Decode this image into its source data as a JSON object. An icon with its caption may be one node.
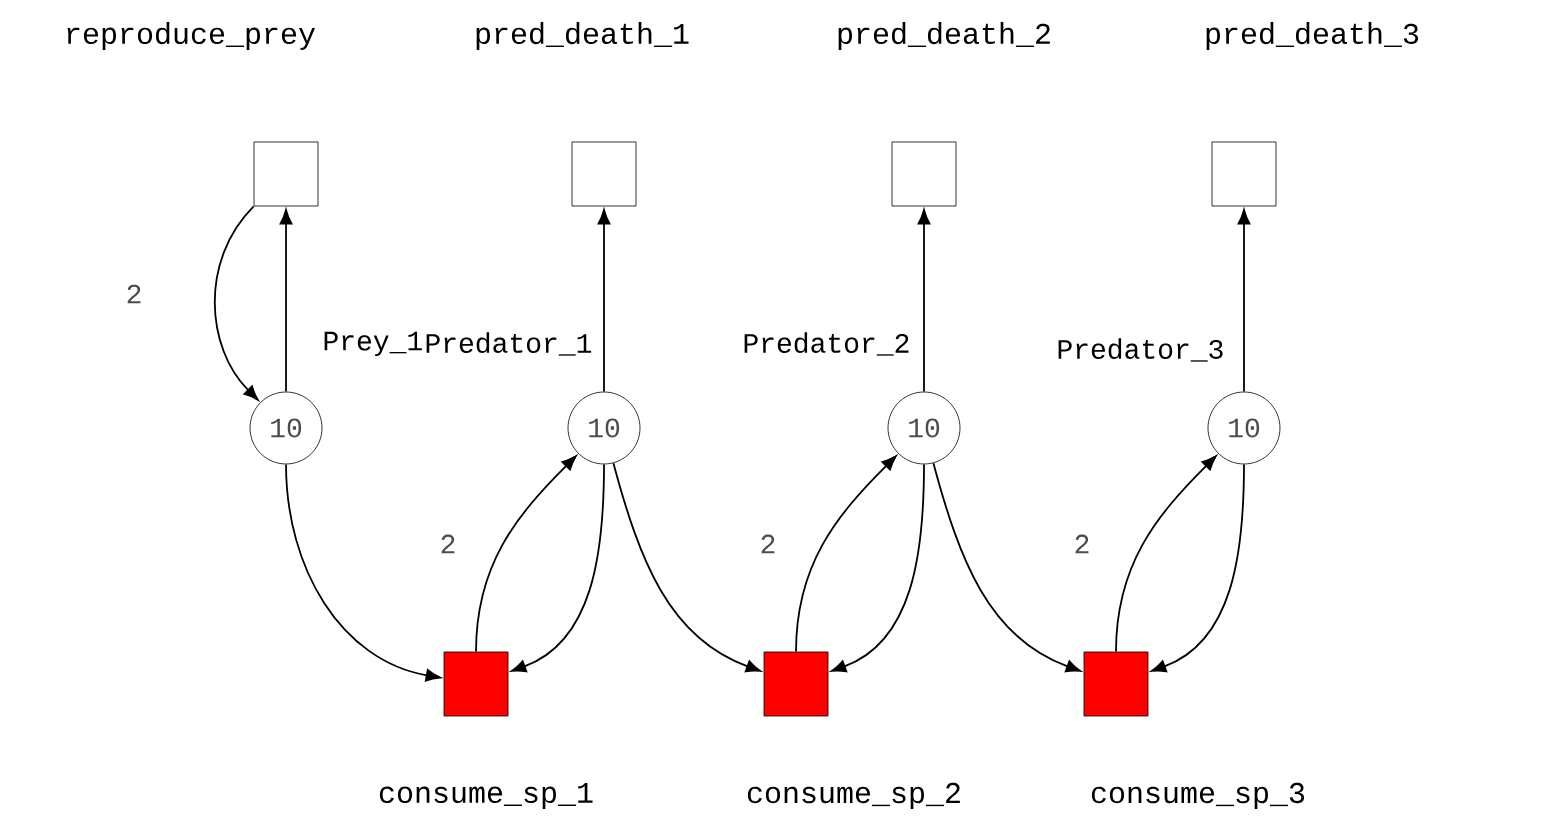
{
  "diagram": {
    "nodes": [
      {
        "text": [
          "reproduce_prey"
        ]
      },
      {
        "text": [
          "pred_death_1"
        ]
      },
      {
        "text": [
          "pred_death_2"
        ]
      },
      {
        "text": [
          "pred_death_3"
        ]
      },
      {
        "text": [
          "10"
        ],
        "beside": [
          "Prey_1"
        ]
      },
      {
        "text": [
          "10"
        ],
        "beside": [
          "Predator_1"
        ]
      },
      {
        "text": [
          "10"
        ],
        "beside": [
          "Predator_2"
        ]
      },
      {
        "text": [
          "10"
        ],
        "beside": [
          "Predator_3"
        ]
      },
      {
        "text": [
          "consume_sp_1"
        ]
      },
      {
        "text": [
          "consume_sp_2"
        ]
      },
      {
        "text": [
          "consume_sp_3"
        ]
      }
    ],
    "edges": [
      {
        "from": 0,
        "to": 4,
        "arrow": "to",
        "label": "2"
      },
      {
        "from": 4,
        "to": 0,
        "arrow": "to"
      },
      {
        "from": 5,
        "to": 1,
        "arrow": "to"
      },
      {
        "from": 6,
        "to": 2,
        "arrow": "to"
      },
      {
        "from": 7,
        "to": 3,
        "arrow": "to"
      },
      {
        "from": 4,
        "to": 8,
        "arrow": "to"
      },
      {
        "from": 5,
        "to": 8,
        "arrow": "to"
      },
      {
        "from": 8,
        "to": 5,
        "arrow": "to",
        "label": "2"
      },
      {
        "from": 5,
        "to": 9,
        "arrow": "to"
      },
      {
        "from": 6,
        "to": 9,
        "arrow": "to"
      },
      {
        "from": 9,
        "to": 6,
        "arrow": "to",
        "label": "2"
      },
      {
        "from": 6,
        "to": 10,
        "arrow": "to"
      },
      {
        "from": 7,
        "to": 10,
        "arrow": "to"
      },
      {
        "from": 10,
        "to": 7,
        "arrow": "to",
        "label": "2"
      }
    ]
  }
}
